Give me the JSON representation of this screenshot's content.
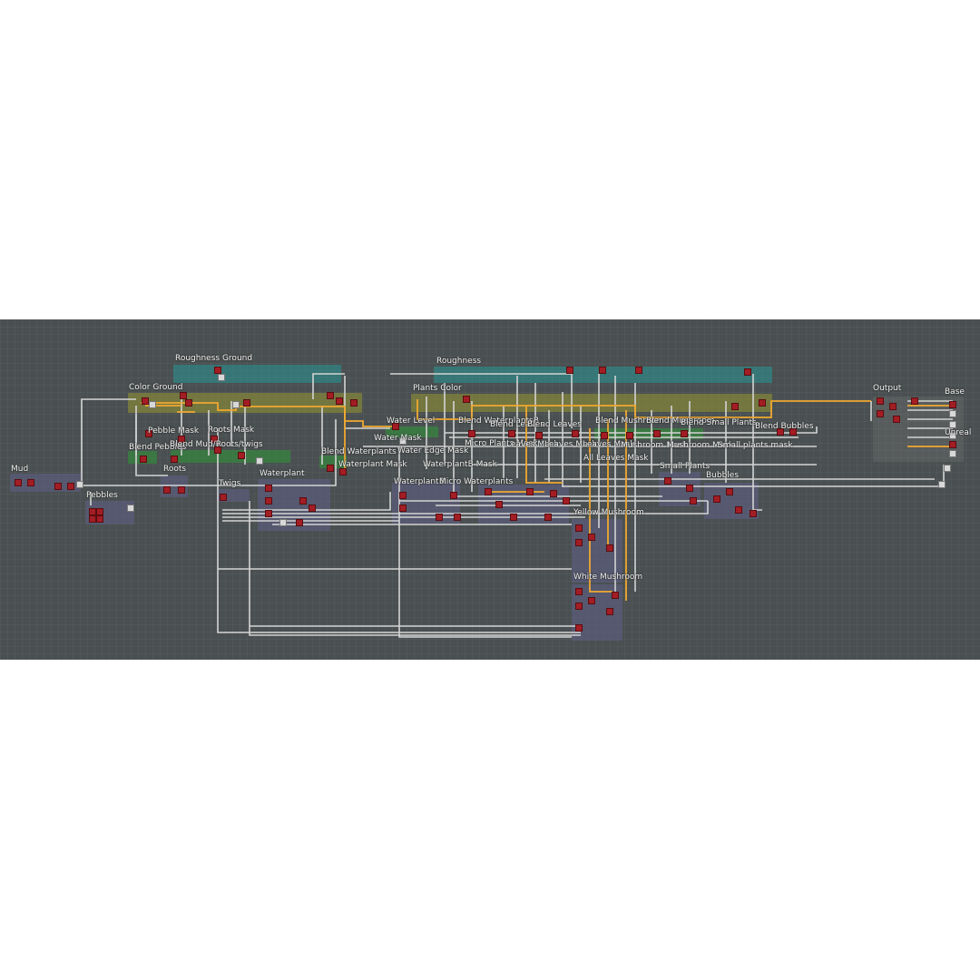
{
  "graph": {
    "background": "#4a5051",
    "colors": {
      "wire": "#d4d4d4",
      "wire_highlight": "#f0a830",
      "node_red": "#a31d24",
      "frame_teal": "#2a9696",
      "frame_olive": "#969632",
      "frame_green": "#328c3c",
      "frame_slate": "#5f5f87"
    },
    "labels": {
      "roughness_ground": "Roughness Ground",
      "color_ground": "Color Ground",
      "pebble_mask": "Pebble Mask",
      "roots_mask": "Roots Mask",
      "blend_pebbles": "Blend Pebbles",
      "blend_mud_roots_twigs": "Blend Mud/Roots/twigs",
      "roots": "Roots",
      "mud": "Mud",
      "pebbles": "Pebbles",
      "twigs": "Twigs",
      "waterplant": "Waterplant",
      "roughness": "Roughness",
      "plants_color": "Plants Color",
      "water_level": "Water Level",
      "water_mask": "Water Mask",
      "blend_waterplants": "Blend Waterplants",
      "water_edge_mask": "Water Edge Mask",
      "waterplant_mask": "Waterplant Mask",
      "waterplantb_mask": "WaterplantB Mask",
      "waterplantb": "WaterplantB",
      "micro_waterplants": "Micro Waterplants",
      "blend_waterplantsb": "Blend WaterplantsB",
      "micro_plants_mask": "Micro Plants Mask",
      "blend_leaves": "Blend Leaves",
      "blend_leaves_2": "Blend Leaves",
      "leaves_mask": "Leaves Mask",
      "leaves_mask_2": "Leaves Mask",
      "leaves_mask_3": "Leaves Mask",
      "blend_mushroom": "Blend Mushroom",
      "blend_mushroom_2": "Blend Mushroom",
      "mushroom_mask": "Mushroom Mask",
      "mushroom_mask_2": "Mushroom Mask",
      "all_leaves_mask": "All Leaves Mask",
      "blend_small_plants": "Blend Small Plants",
      "small_plants_mask": "Small plants mask",
      "blend_bubbles": "Blend Bubbles",
      "small_plants": "Small Plants",
      "bubbles": "Bubbles",
      "yellow_mushroom": "Yellow Mushroom",
      "white_mushroom": "White Mushroom",
      "output": "Output",
      "base": "Base",
      "unreal": "Unreal"
    }
  }
}
